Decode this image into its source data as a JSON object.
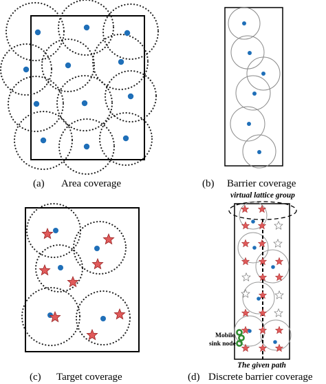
{
  "panels": {
    "a": {
      "label": "(a)",
      "title": "Area coverage"
    },
    "b": {
      "label": "(b)",
      "title": "Barrier coverage"
    },
    "c": {
      "label": "(c)",
      "title": "Target coverage"
    },
    "d": {
      "label": "(d)",
      "title": "Discrete barrier coverage",
      "lattice_label": "virtual lattice group",
      "path_label": "The given path",
      "sink_label_line1": "Mobile",
      "sink_label_line2": "sink node"
    }
  },
  "colors": {
    "sensor": "#1f6fb8",
    "target_fill": "#e05a5a",
    "target_stroke": "#9b2424",
    "empty_star": "#777777",
    "sink": "#2f8a2f"
  }
}
